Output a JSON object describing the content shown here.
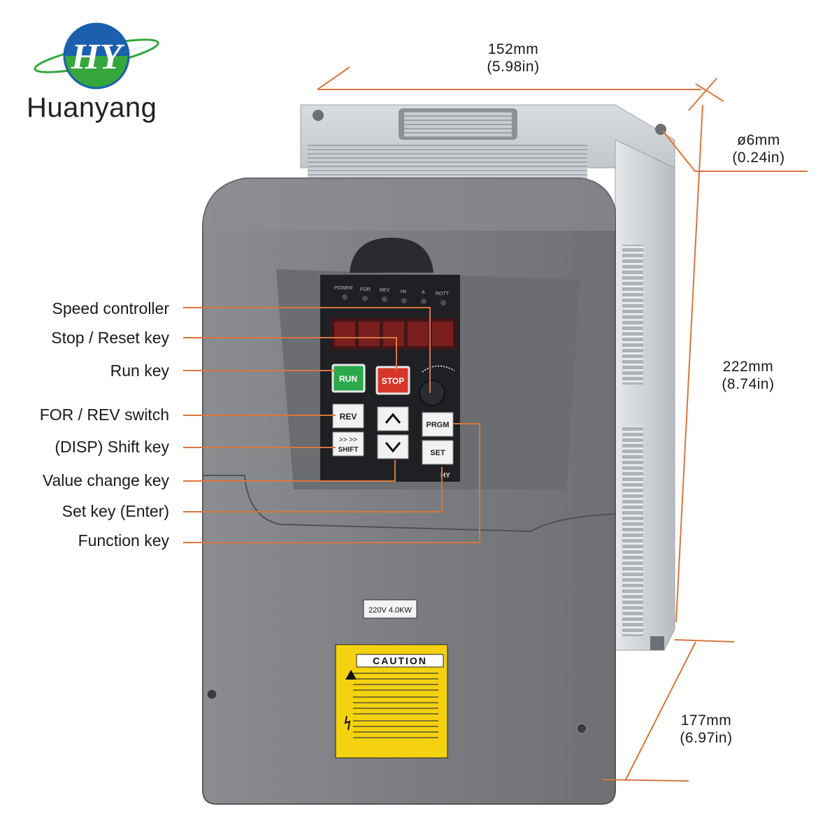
{
  "brand": {
    "name": "Huanyang"
  },
  "callouts": {
    "speed_controller": "Speed controller",
    "stop_reset": "Stop / Reset key",
    "run": "Run key",
    "for_rev": "FOR / REV switch",
    "shift": "(DISP) Shift key",
    "value_change": "Value change key",
    "set_key": "Set key (Enter)",
    "function_key": "Function key"
  },
  "dimensions": {
    "width_mm": "152mm",
    "width_in": "(5.98in)",
    "hole_mm": "ø6mm",
    "hole_in": "(0.24in)",
    "height_mm": "222mm",
    "height_in": "(8.74in)",
    "depth_mm": "177mm",
    "depth_in": "(6.97in)"
  },
  "keypad": {
    "run": "RUN",
    "stop": "STOP",
    "rev": "REV",
    "shift_arrows": ">> >>",
    "shift": "SHIFT",
    "prgm": "PRGM",
    "set": "SET",
    "hy": "HY",
    "leds": [
      "POWER",
      "FOR",
      "REV",
      "Hz",
      "A",
      "ROTT"
    ]
  },
  "rating_label": "220V 4.0KW",
  "caution": {
    "title": "CAUTION"
  },
  "colors": {
    "leader": "#d9763e",
    "body": "#7e8083",
    "body_dark": "#63656a",
    "heatsink": "#cfd2d6",
    "run": "#2aa84a",
    "stop": "#d8352a",
    "caution_yellow": "#f5d20f",
    "logo_blue": "#1b5fae",
    "logo_green": "#35a63c"
  }
}
